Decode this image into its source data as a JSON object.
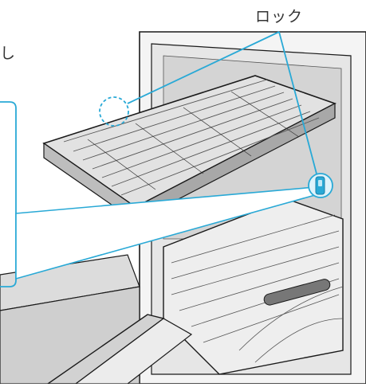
{
  "callout": {
    "lock_label": "ロック",
    "partial_text": "し"
  },
  "colors": {
    "callout_line": "#29a9d6",
    "outline": "#1a1a1a",
    "shade": "#c8c8c8",
    "wall": "#d9d9d9"
  },
  "icons": {
    "lock_marker": "dashed-circle",
    "lock_lever": "blue-lever"
  }
}
